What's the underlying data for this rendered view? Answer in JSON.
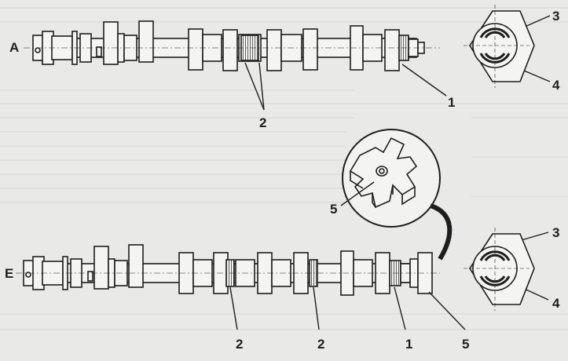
{
  "figure": {
    "row_labels": {
      "top": "A",
      "bottom": "E"
    },
    "callouts": {
      "top_1": "1",
      "top_2": "2",
      "top_3": "3",
      "top_4": "4",
      "bot_1": "1",
      "bot_2a": "2",
      "bot_2b": "2",
      "bot_3": "3",
      "bot_4": "4",
      "bot_5_detail": "5",
      "bot_5_pulley": "5"
    },
    "colors": {
      "ink": "#1e1e1e",
      "paper": "#e9e9e7",
      "part_fill": "#f4f4f2",
      "hatch": "#1e1e1e"
    }
  }
}
